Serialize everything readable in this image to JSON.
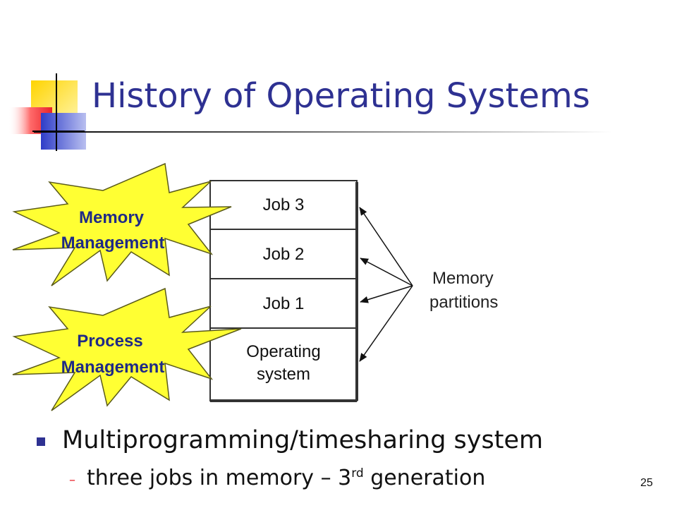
{
  "slide": {
    "title": "History of Operating Systems",
    "page_number": "25",
    "bullet": {
      "text": "Multiprogramming/timesharing system",
      "sub": {
        "prefix": "three jobs in memory – 3",
        "superscript": "rd",
        "suffix": " generation"
      }
    }
  },
  "diagram": {
    "partitions": [
      {
        "lines": [
          "Job 3"
        ]
      },
      {
        "lines": [
          "Job 2"
        ]
      },
      {
        "lines": [
          "Job 1"
        ]
      },
      {
        "lines": [
          "Operating",
          "system"
        ]
      }
    ],
    "side_label": [
      "Memory",
      "partitions"
    ],
    "bursts": [
      {
        "lines": [
          "Memory",
          "Management"
        ],
        "color": "#FFFF33"
      },
      {
        "lines": [
          "Process",
          "Management"
        ],
        "color": "#FFFF33"
      }
    ]
  },
  "colors": {
    "title": "#2E3192",
    "bullet": "#2E3192",
    "sub_dash": "#E8222A",
    "burst_fill": "#FFFF33",
    "burst_text": "#1F2A86"
  }
}
